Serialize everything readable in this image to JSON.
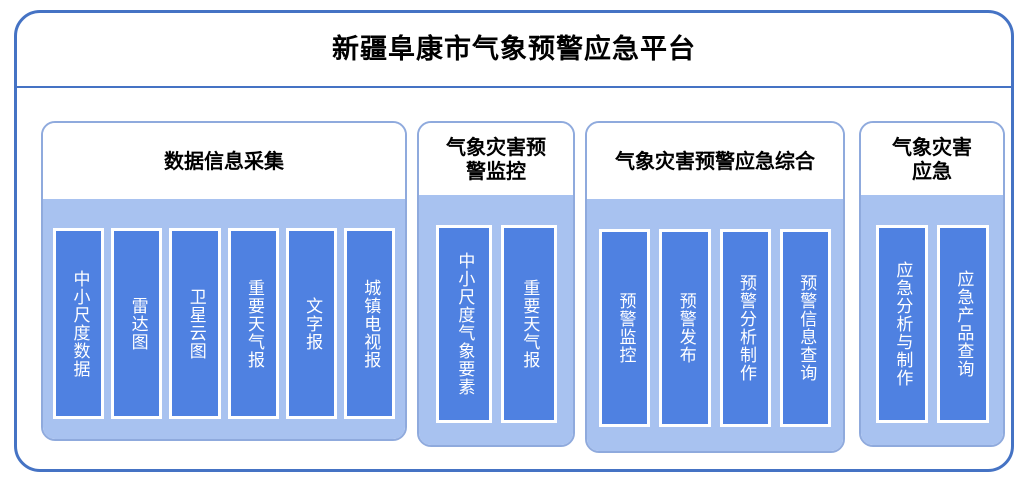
{
  "platform": {
    "title": "新疆阜康市气象预警应急平台"
  },
  "panels": [
    {
      "id": "data-collection",
      "header": "数据信息采集",
      "items": [
        {
          "label": "中小尺度数据"
        },
        {
          "label": "雷达图"
        },
        {
          "label": "卫星云图"
        },
        {
          "label": "重要天气报"
        },
        {
          "label": "文字报"
        },
        {
          "label": "城镇电视报"
        }
      ]
    },
    {
      "id": "disaster-warning-monitoring",
      "header": "气象灾害预\n警监控",
      "items": [
        {
          "label": "中小尺度气象要素"
        },
        {
          "label": "重要天气报"
        }
      ]
    },
    {
      "id": "warning-emergency-integrated",
      "header": "气象灾害预警应急综合",
      "items": [
        {
          "label": "预警监控"
        },
        {
          "label": "预警发布"
        },
        {
          "label": "预警分析制作"
        },
        {
          "label": "预警信息查询"
        }
      ]
    },
    {
      "id": "disaster-emergency",
      "header": "气象灾害\n应急",
      "items": [
        {
          "label": "应急分析与制作"
        },
        {
          "label": "应急产品查询"
        }
      ]
    }
  ],
  "colors": {
    "outer_border": "#4573c4",
    "panel_border": "#8faadd",
    "panel_body": "#a8c2f0",
    "leaf_fill": "#4f81e1",
    "leaf_border": "#ffffff",
    "leaf_text": "#ffffff",
    "title_text": "#000000"
  }
}
